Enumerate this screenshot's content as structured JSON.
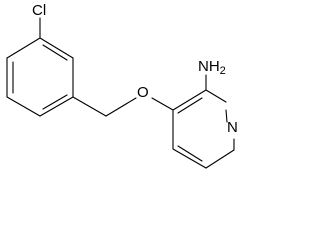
{
  "structure": {
    "atoms": [
      {
        "id": "cl",
        "label": "Cl"
      },
      {
        "id": "nh2",
        "label": "NH2",
        "main": "NH",
        "subscript": "2"
      },
      {
        "id": "o",
        "label": "O"
      },
      {
        "id": "n",
        "label": "N"
      }
    ]
  },
  "colors": {
    "bond": "#000000",
    "label": "#000000",
    "background": "#ffffff"
  }
}
